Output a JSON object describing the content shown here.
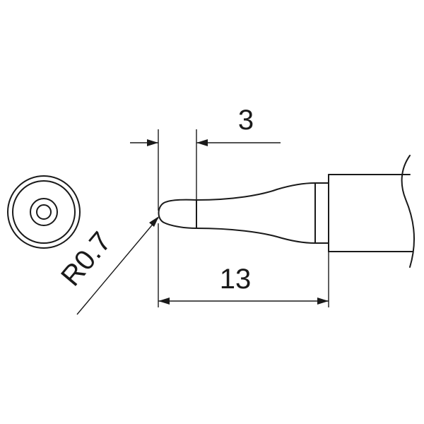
{
  "dimensions": {
    "tip_length_label": "3",
    "total_length_label": "13",
    "tip_radius_label": "R0.7"
  },
  "colors": {
    "line": "#1a1a1a",
    "background": "#ffffff"
  }
}
